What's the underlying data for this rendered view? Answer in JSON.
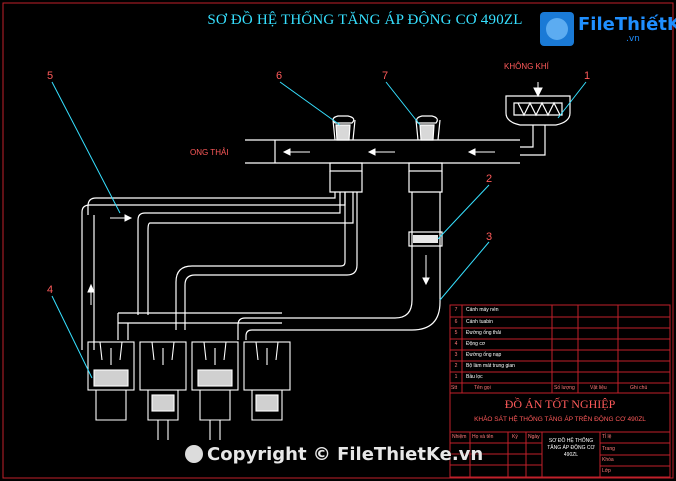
{
  "title": "SƠ ĐỒ HỆ THỐNG TĂNG ÁP ĐỘNG CƠ 490ZL",
  "logo": {
    "brand": "FileThiếtKế",
    "domain": ".vn"
  },
  "watermark": "Copyright © FileThietKe.vn",
  "labels": {
    "air_in": "KHÔNG KHÍ",
    "exhaust_out": "ONG THẢI"
  },
  "callouts": [
    "1",
    "2",
    "3",
    "4",
    "5",
    "6",
    "7"
  ],
  "parts_table": {
    "rows": [
      {
        "no": "7",
        "name": "Cánh máy nén"
      },
      {
        "no": "6",
        "name": "Cánh tuabin"
      },
      {
        "no": "5",
        "name": "Đường ống thải"
      },
      {
        "no": "4",
        "name": "Động cơ"
      },
      {
        "no": "3",
        "name": "Đường ống nạp"
      },
      {
        "no": "2",
        "name": "Bộ làm mát trung gian"
      },
      {
        "no": "1",
        "name": "Bầu lọc"
      }
    ],
    "header": [
      "Stt",
      "Tên gọi",
      "Số lượng",
      "Vật liệu",
      "Ghi chú"
    ]
  },
  "title_block": {
    "school": "ĐỒ ÁN TỐT NGHIỆP",
    "subject": "KHẢO SÁT HỆ THỐNG TĂNG ÁP TRÊN ĐỘNG CƠ 490ZL",
    "cols": [
      "Nhiệm",
      "Họ và tên",
      "Ký",
      "Ngày"
    ],
    "drawing_name": "SƠ ĐỒ HỆ THỐNG TĂNG ÁP ĐỘNG CƠ 490ZL",
    "right_labels": [
      "Tỉ lệ",
      "Trang",
      "Khóa",
      "Lớp"
    ]
  }
}
